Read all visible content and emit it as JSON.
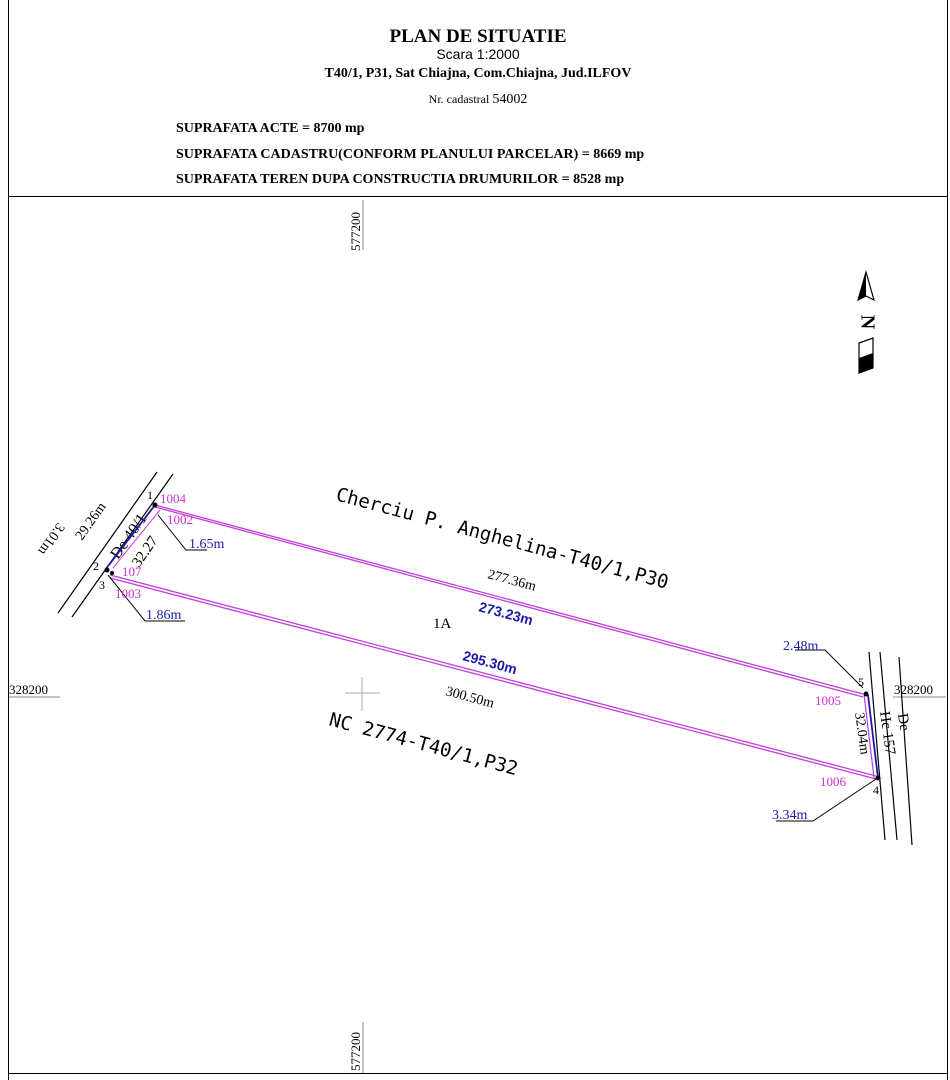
{
  "header": {
    "title": "PLAN DE SITUATIE",
    "scale": "Scara 1:2000",
    "location": "T40/1, P31,  Sat Chiajna, Com.Chiajna,  Jud.ILFOV",
    "cadastral_label": "Nr. cadastral",
    "cadastral_number": "54002",
    "areas": [
      "SUPRAFATA ACTE = 8700 mp",
      "SUPRAFATA CADASTRU(CONFORM PLANULUI PARCELAR) = 8669 mp",
      "SUPRAFATA TEREN DUPA CONSTRUCTIA DRUMURILOR  = 8528 mp"
    ]
  },
  "grid": {
    "x_top": "577200",
    "x_bottom": "577200",
    "y_left": "328200",
    "y_right": "328200"
  },
  "north_label": "N",
  "neighbors": {
    "north": "Cherciu P. Anghelina-T40/1,P30",
    "south": "NC 2774-T40/1,P32"
  },
  "roads": {
    "west": "De 40/1",
    "east_a": "Hc 157",
    "east_b": "De"
  },
  "parcel_label": "1A",
  "distances": {
    "north_old": "277.36m",
    "north_new": "273.23m",
    "south_new": "295.30m",
    "south_old": "300.50m",
    "west_inner": "32.27",
    "west_outer": "29.26m",
    "east": "32.04m",
    "west_road_width": "3.01m"
  },
  "offsets": {
    "nw": "1.65m",
    "sw": "1.86m",
    "ne": "2.48m",
    "se": "3.34m"
  },
  "points_old": [
    "1",
    "2",
    "3",
    "4",
    "5"
  ],
  "points_new": [
    "1004",
    "1002",
    "107",
    "1003",
    "1005",
    "1006"
  ],
  "colors": {
    "parcel": "#c040d8",
    "point_label": "#d030d0",
    "measure": "#1a1aa8"
  }
}
